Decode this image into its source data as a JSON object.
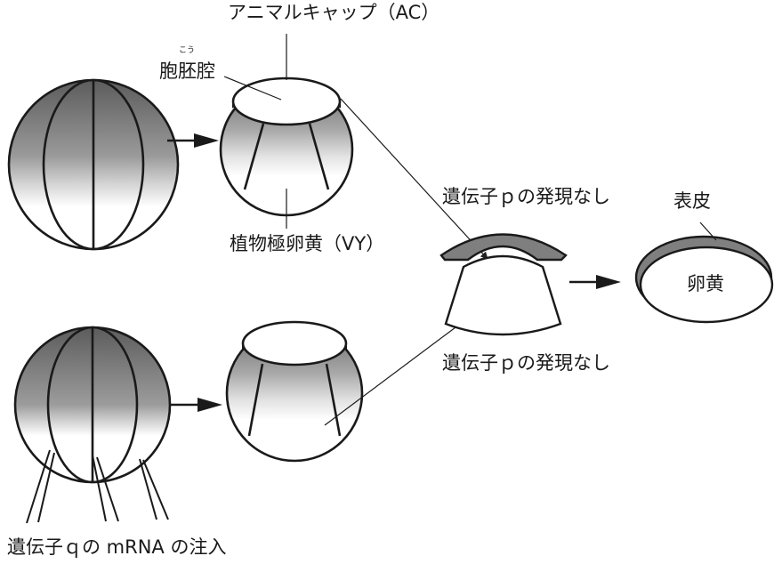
{
  "labels": {
    "animal_cap": "アニマルキャップ（AC）",
    "blastocoel_ruby": "こう",
    "blastocoel": "胞胚腔",
    "vegetal_yolk": "植物極卵黄（VY）",
    "no_expression_top": "遺伝子ｐの発現なし",
    "no_expression_bottom": "遺伝子ｐの発現なし",
    "epidermis": "表皮",
    "yolk": "卵黄",
    "injection": "遺伝子ｑの mRNA の注入"
  }
}
